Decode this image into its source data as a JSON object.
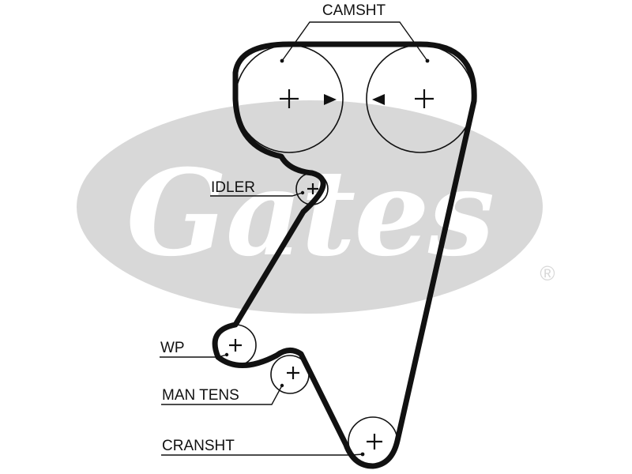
{
  "colors": {
    "watermark": "#d8d8d8",
    "watermark_text": "#ffffff",
    "belt": "#111111",
    "pulley": "#111111",
    "text": "#111111"
  },
  "watermark": {
    "brand": "Gates",
    "registered_mark": "®"
  },
  "labels": {
    "camshaft": "CAMSHT",
    "idler": "IDLER",
    "water_pump": "WP",
    "manual_tensioner": "MAN TENS",
    "crankshaft": "CRANSHT"
  },
  "icons": {
    "pulley_center": "plus-icon",
    "timing_mark": "triangle-marker-icon"
  }
}
